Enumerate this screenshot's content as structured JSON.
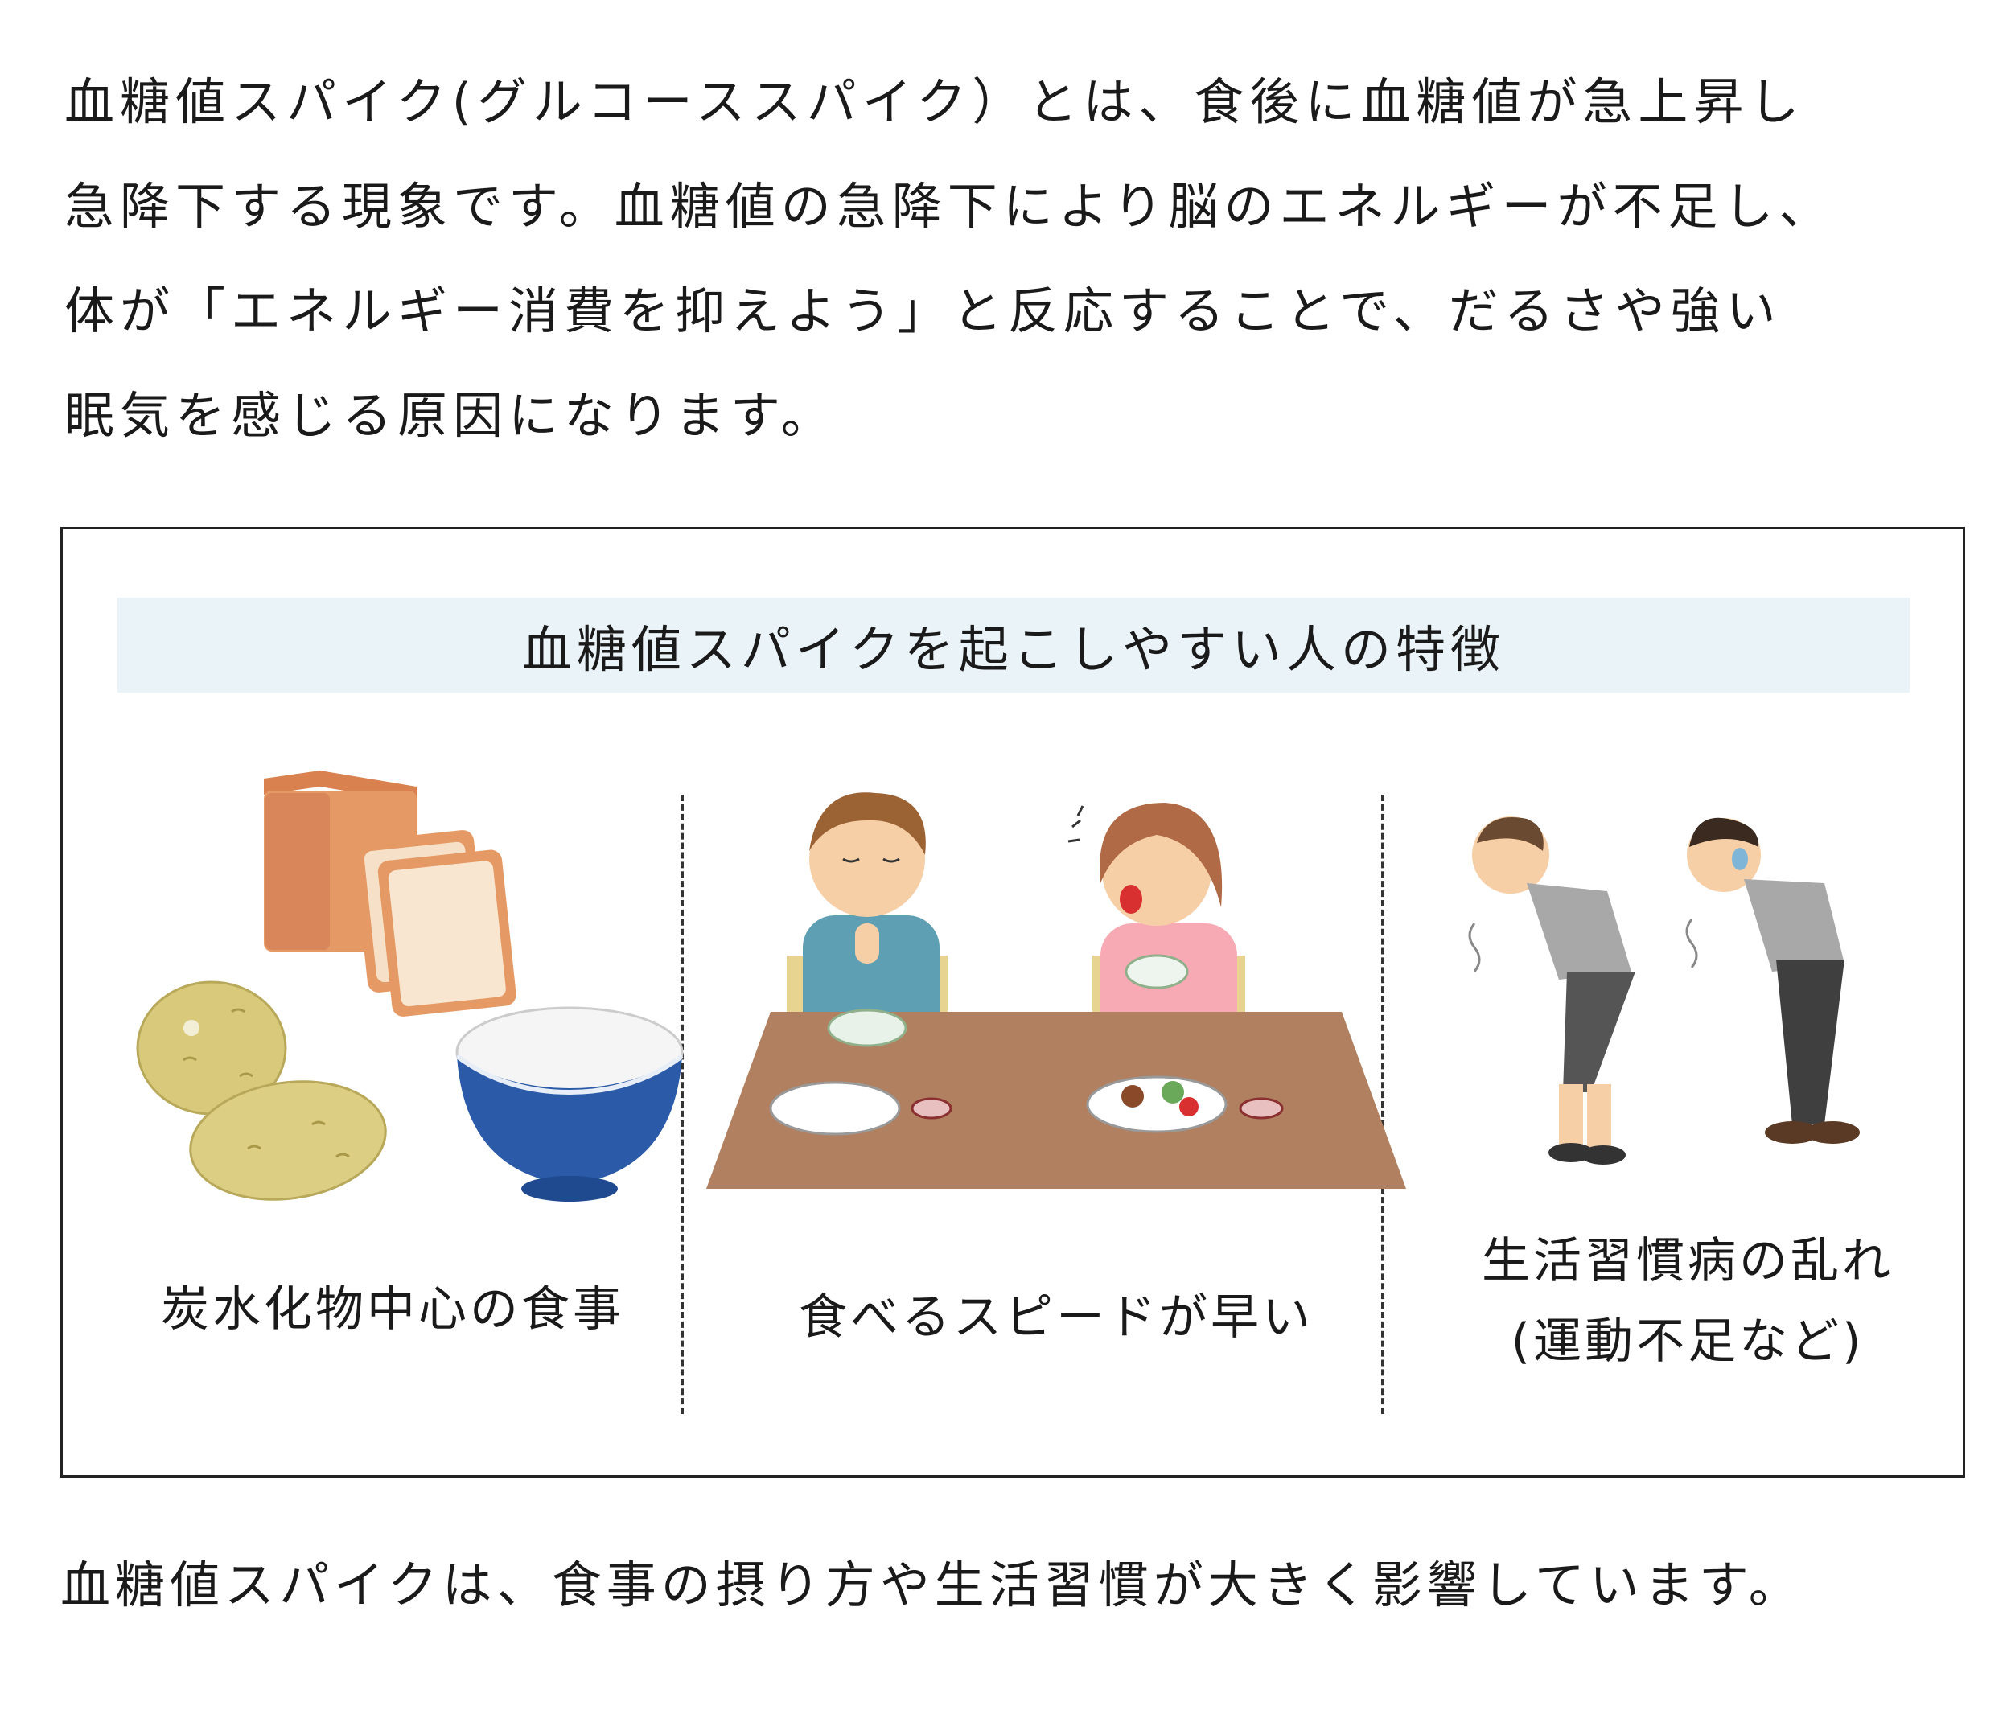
{
  "intro": {
    "lines": [
      "血糖値スパイク(グルコーススパイク）とは、食後に血糖値が急上昇し",
      "急降下する現象です。血糖値の急降下により脳のエネルギーが不足し、",
      "体が「エネルギー消費を抑えよう」と反応することで、だるさや強い",
      "眠気を感じる原因になります。"
    ]
  },
  "panel": {
    "title": "血糖値スパイクを起こしやすい人の特徴",
    "items": [
      {
        "caption_lines": [
          "炭水化物中心の食事"
        ],
        "icon": "carbohydrate-foods-illustration"
      },
      {
        "caption_lines": [
          "食べるスピードが早い"
        ],
        "icon": "fast-eating-couple-illustration"
      },
      {
        "caption_lines": [
          "生活習慣病の乱れ",
          "(運動不足など)"
        ],
        "icon": "exhausted-people-illustration"
      }
    ]
  },
  "outro": "血糖値スパイクは、食事の摂り方や生活習慣が大きく影響しています。",
  "colors": {
    "title_band": "#eaf3f8",
    "border": "#222222",
    "bread": "#e59a66",
    "rice_bowl": "#2b5aa8",
    "table": "#b08060"
  }
}
